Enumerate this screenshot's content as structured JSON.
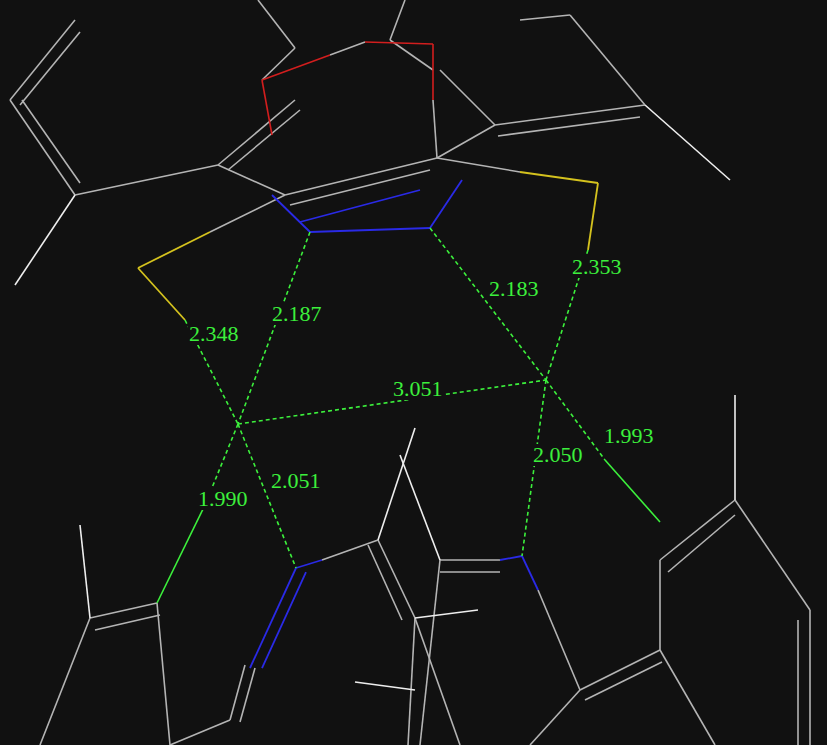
{
  "diagram": {
    "labels": [
      "2.348",
      "2.187",
      "2.183",
      "2.353",
      "3.051",
      "1.990",
      "2.051",
      "2.050",
      "1.993"
    ]
  }
}
